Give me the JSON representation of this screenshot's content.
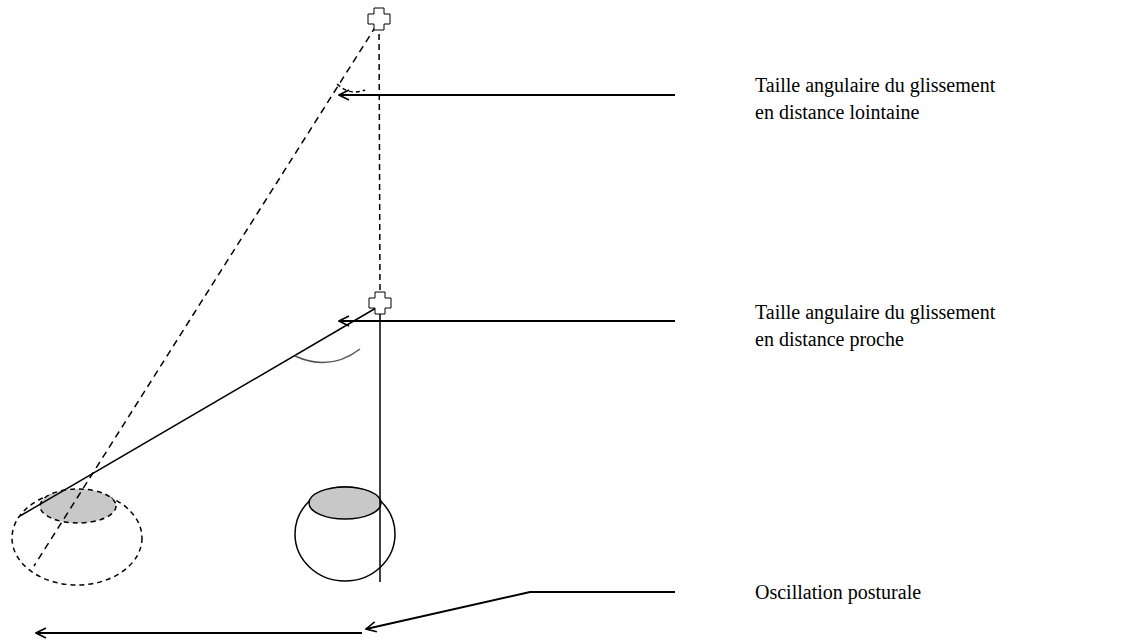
{
  "diagram": {
    "labels": [
      "Taille angulaire du glissement en distance lointaine",
      "Taille angulaire du glissement en distance proche",
      "Oscillation posturale"
    ]
  }
}
